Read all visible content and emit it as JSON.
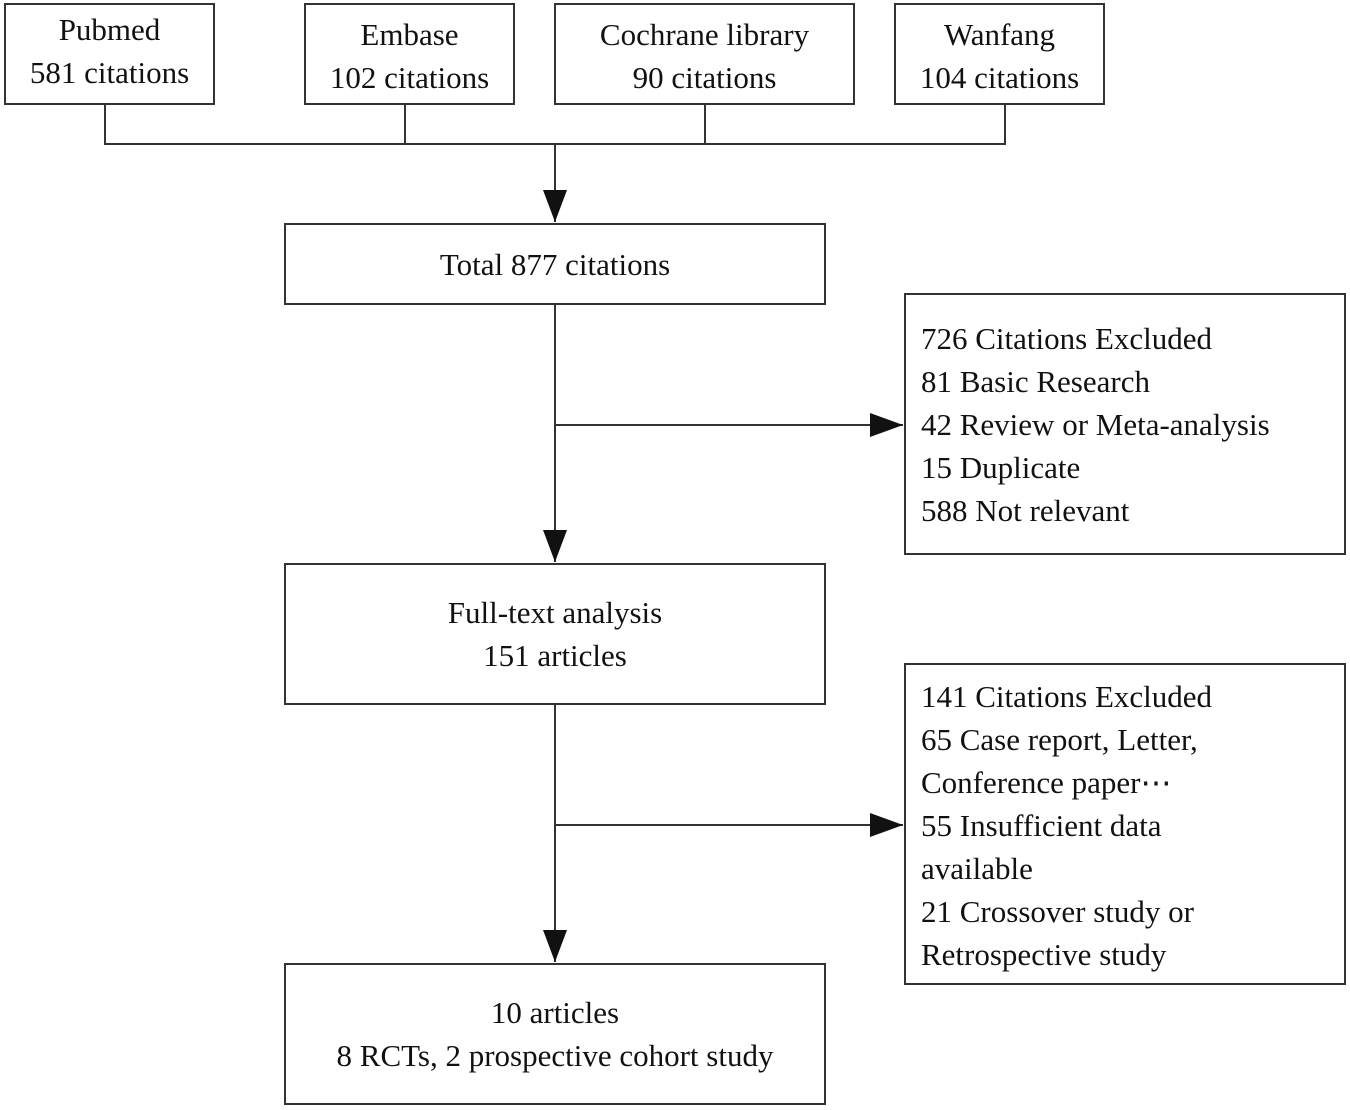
{
  "sources": [
    {
      "name": "Pubmed",
      "count": "581 citations"
    },
    {
      "name": "Embase",
      "count": "102 citations"
    },
    {
      "name": "Cochrane library",
      "count": "90 citations"
    },
    {
      "name": "Wanfang",
      "count": "104 citations"
    }
  ],
  "total": {
    "label": "Total 877 citations"
  },
  "fulltext": {
    "title": "Full-text analysis",
    "count": "151 articles"
  },
  "final": {
    "count": "10 articles",
    "detail": "8 RCTs, 2 prospective cohort study"
  },
  "exclusion1": {
    "lines": [
      "726  Citations Excluded",
      "81  Basic Research",
      "42 Review or Meta-analysis",
      "15  Duplicate",
      "588  Not relevant"
    ]
  },
  "exclusion2": {
    "lines": [
      "141  Citations Excluded",
      "65  Case report, Letter,",
      "Conference paper⋯",
      "55  Insufficient data",
      "available",
      "21  Crossover study or",
      "Retrospective study"
    ]
  },
  "colors": {
    "stroke": "#333333",
    "text": "#111111",
    "background": "#ffffff"
  }
}
